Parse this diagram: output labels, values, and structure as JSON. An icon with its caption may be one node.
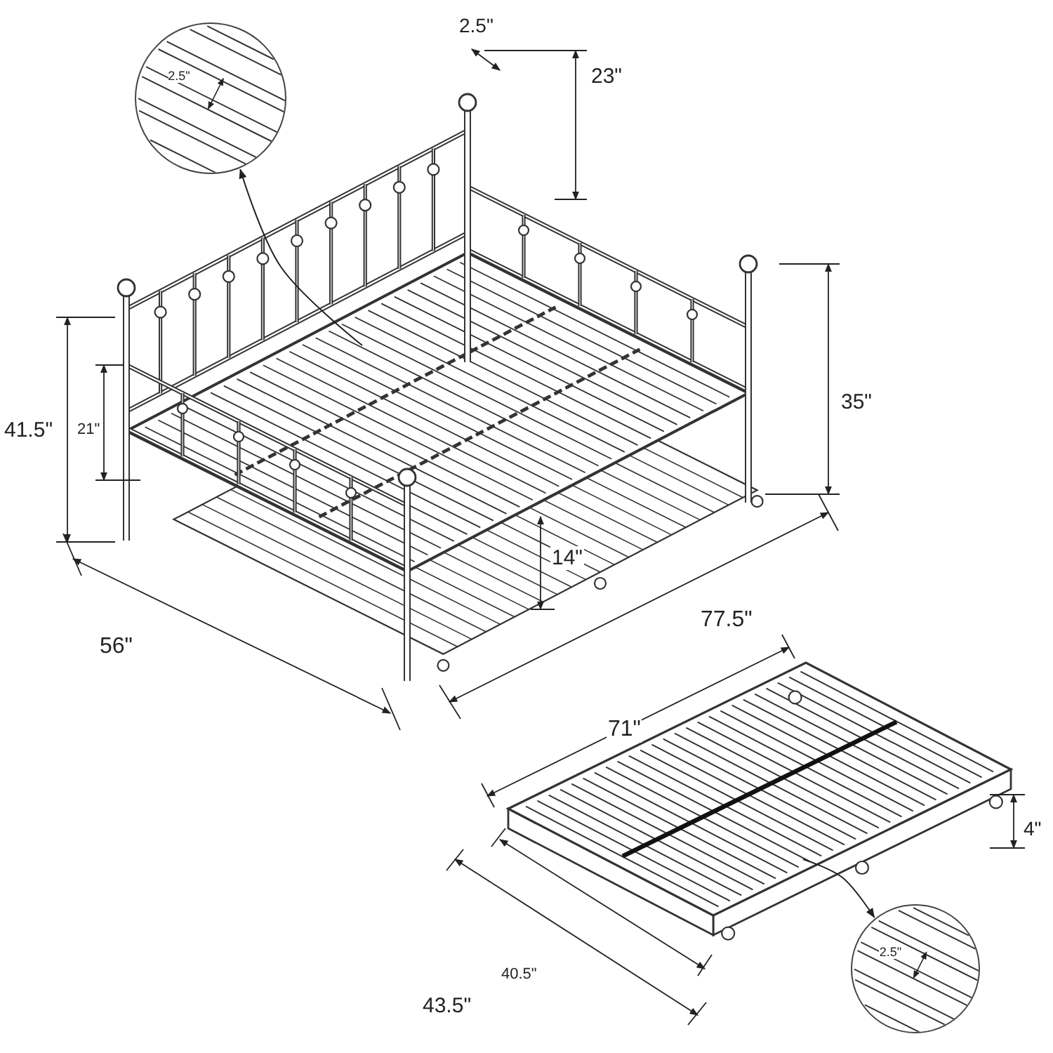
{
  "diagram": {
    "nodes": [
      {
        "text": [
          "2.5\""
        ]
      },
      {
        "text": [
          "2.5\""
        ]
      }
    ],
    "edges": [
      {
        "from": null,
        "to": 0,
        "arrow": "to"
      },
      {
        "from": null,
        "to": 1,
        "arrow": "to"
      }
    ],
    "labels": [
      "2.5\"",
      "23\"",
      "35\"",
      "41.5\"",
      "21\"",
      "14\"",
      "56\"",
      "77.5\"",
      "71\"",
      "4\"",
      "40.5\"",
      "43.5\""
    ]
  }
}
